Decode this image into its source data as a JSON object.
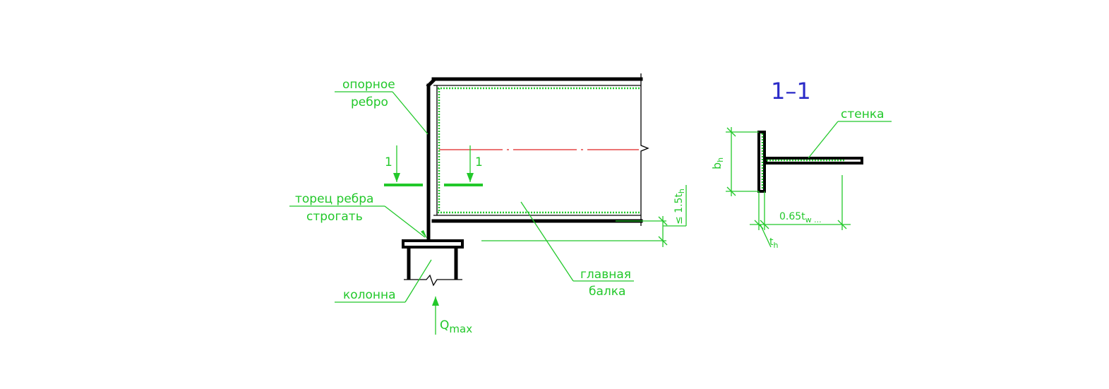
{
  "labels": {
    "bearing_rib_line1": "опорное",
    "bearing_rib_line2": "ребро",
    "rib_end_line1": "торец ребра",
    "rib_end_line2": "строгать",
    "column": "колонна",
    "main_beam_line1": "главная",
    "main_beam_line2": "балка",
    "web": "стенка",
    "load": "Q",
    "load_sub": "max",
    "section_mark": "1",
    "section_title": "1–1",
    "dim_projection": "≤ 1.5t",
    "dim_projection_sub": "h",
    "dim_width": "b",
    "dim_width_sub": "h",
    "dim_weld_zone": "0.65t",
    "dim_weld_zone_sub": "w ...",
    "dim_thickness": "t",
    "dim_thickness_sub": "h"
  },
  "colors": {
    "structure": "#000000",
    "annotation": "#22c82a",
    "axis": "#e02020",
    "section_title": "#2a2ac8"
  }
}
